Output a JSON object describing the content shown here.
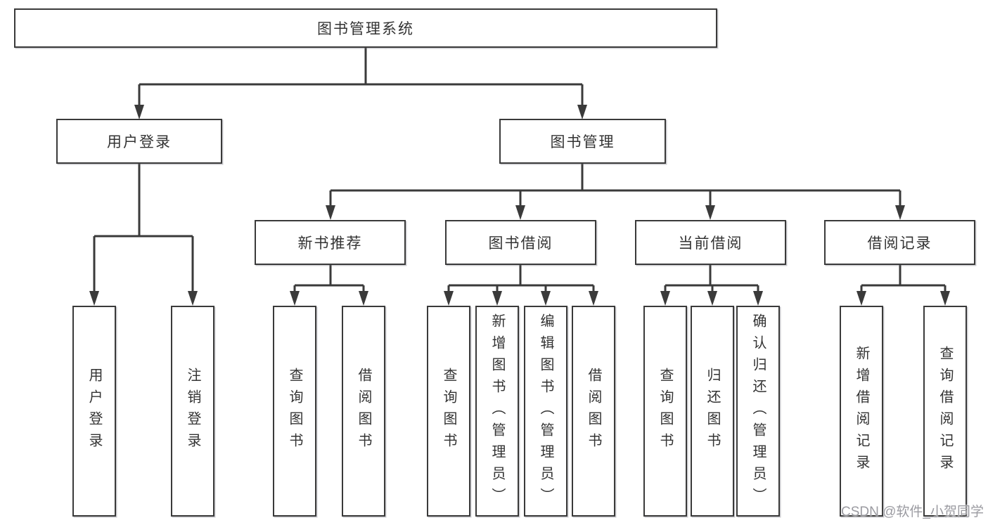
{
  "diagram": {
    "colors": {
      "line": "#3a3a3a",
      "box_border": "#3a3a3a",
      "box_fill": "#ffffff",
      "text": "#333333",
      "watermark_text": "#9b9ba1",
      "background": "#ffffff"
    },
    "watermark": "CSDN @软件_小贺同学",
    "tree": {
      "root": "图书管理系统",
      "children": [
        {
          "label": "用户登录",
          "children": [
            {
              "label": "用户登录"
            },
            {
              "label": "注销登录"
            }
          ]
        },
        {
          "label": "图书管理",
          "children": [
            {
              "label": "新书推荐",
              "children": [
                {
                  "label": "查询图书"
                },
                {
                  "label": "借阅图书"
                }
              ]
            },
            {
              "label": "图书借阅",
              "children": [
                {
                  "label": "查询图书"
                },
                {
                  "label": "新增图书（管理员）"
                },
                {
                  "label": "编辑图书（管理员）"
                },
                {
                  "label": "借阅图书"
                }
              ]
            },
            {
              "label": "当前借阅",
              "children": [
                {
                  "label": "查询图书"
                },
                {
                  "label": "归还图书"
                },
                {
                  "label": "确认归还（管理员）"
                }
              ]
            },
            {
              "label": "借阅记录",
              "children": [
                {
                  "label": "新增借阅记录"
                },
                {
                  "label": "查询借阅记录"
                }
              ]
            }
          ]
        }
      ]
    }
  }
}
